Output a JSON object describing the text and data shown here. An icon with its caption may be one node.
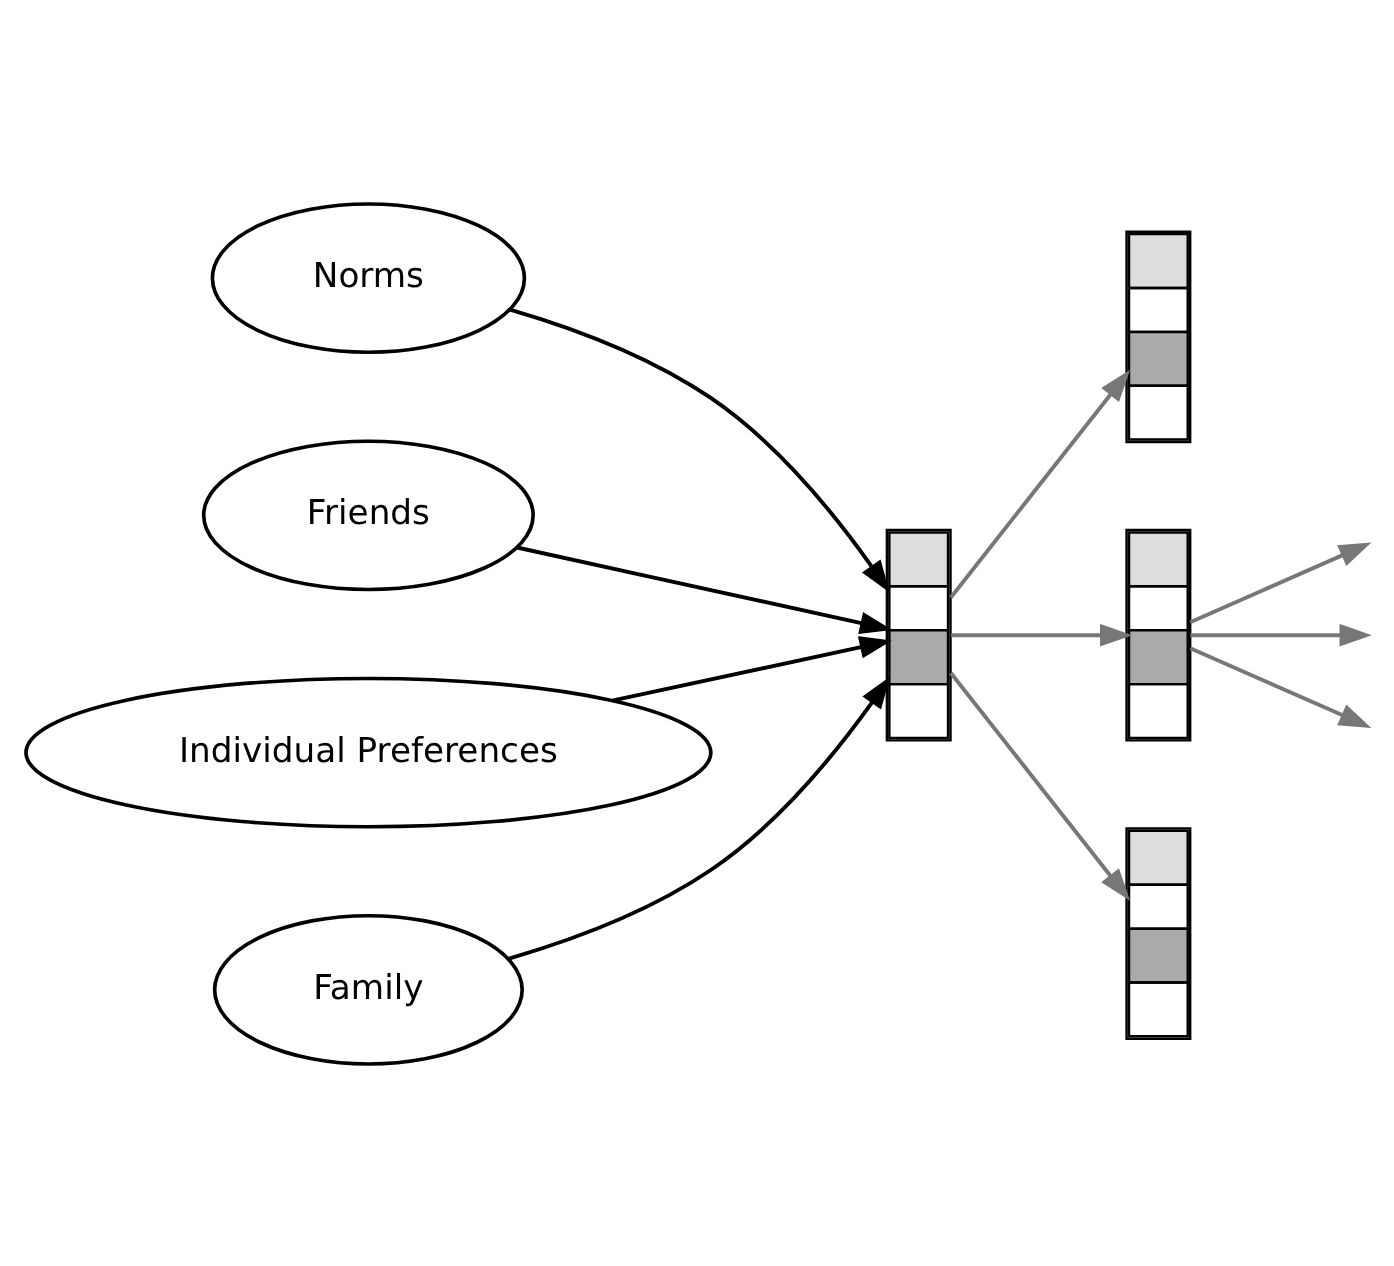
{
  "diagram": {
    "nodes": [
      {
        "text": [
          "Norms"
        ]
      },
      {
        "text": [
          "Friends"
        ]
      },
      {
        "text": [],
        "shape": "picture"
      },
      {
        "text": [],
        "shape": "picture"
      },
      {
        "text": [],
        "shape": "picture"
      },
      {
        "text": [],
        "shape": "picture"
      },
      {
        "text": [
          "Individual Preferences"
        ]
      },
      {
        "text": [
          "Family"
        ]
      }
    ],
    "edges": [
      {
        "from": 0,
        "to": 2,
        "arrow": "to",
        "color": "#000000"
      },
      {
        "from": 1,
        "to": 2,
        "arrow": "to",
        "color": "#000000"
      },
      {
        "from": 6,
        "to": 2,
        "arrow": "to",
        "color": "#000000"
      },
      {
        "from": 7,
        "to": 2,
        "arrow": "to",
        "color": "#000000"
      },
      {
        "from": 2,
        "to": 3,
        "arrow": "to"
      },
      {
        "from": 2,
        "to": 4,
        "arrow": "to"
      },
      {
        "from": 2,
        "to": 5,
        "arrow": "to"
      },
      {
        "from": 4,
        "to": null,
        "arrow": "to"
      },
      {
        "from": 4,
        "to": null,
        "arrow": "to"
      },
      {
        "from": 4,
        "to": null,
        "arrow": "to"
      }
    ]
  }
}
